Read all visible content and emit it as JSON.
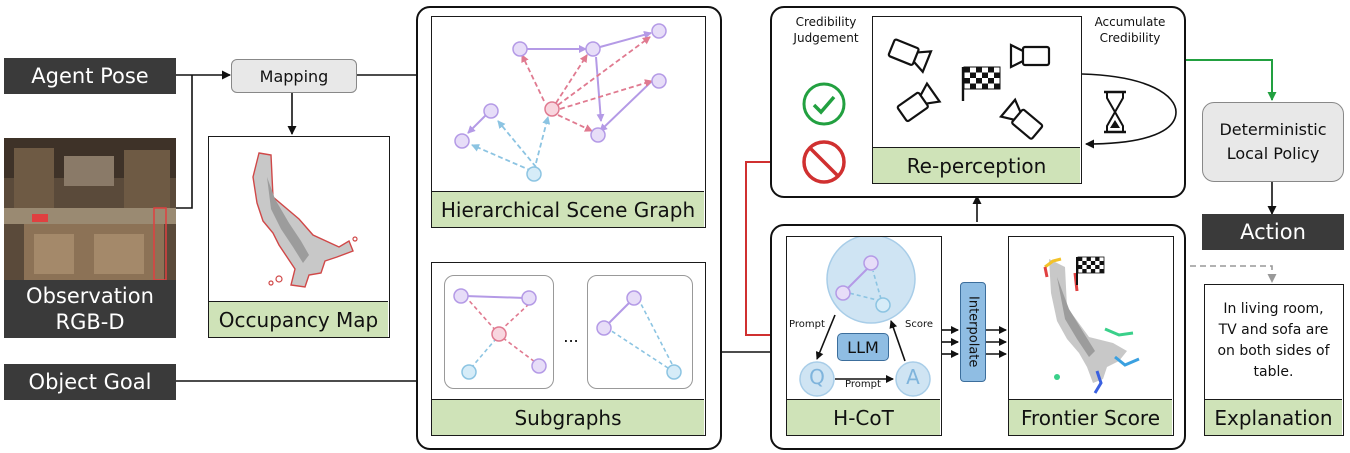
{
  "inputs": {
    "agent_pose": "Agent Pose",
    "observation_line1": "Observation",
    "observation_line2": "RGB-D",
    "object_goal": "Object Goal"
  },
  "mapping": "Mapping",
  "occupancy_map": "Occupancy Map",
  "hierarchical_scene_graph": "Hierarchical Scene Graph",
  "subgraphs": "Subgraphs",
  "subgraphs_ellipsis": "...",
  "hcot": {
    "label": "H-CoT",
    "prompt_left": "Prompt",
    "prompt_bottom": "Prompt",
    "score": "Score",
    "llm": "LLM",
    "q": "Q",
    "a": "A",
    "interpolate": "Interpolate"
  },
  "frontier_score": "Frontier Score",
  "reperception": {
    "credibility_judgement_line1": "Credibility",
    "credibility_judgement_line2": "Judgement",
    "accumulate_credibility_line1": "Accumulate",
    "accumulate_credibility_line2": "Credibility",
    "label": "Re-perception"
  },
  "policy_line1": "Deterministic",
  "policy_line2": "Local Policy",
  "action": "Action",
  "explanation": {
    "text_lines": [
      "In living room,",
      "TV and sofa are",
      "on both sides of",
      "table."
    ],
    "label": "Explanation"
  },
  "colors": {
    "green_label": "#cfe3b8",
    "dark_label": "#3a3a3a",
    "red_arrow": "#d03030",
    "green_arrow": "#22a040",
    "purple_edge": "#b49ae6",
    "pink_edge": "#e07a90",
    "blue_edge": "#8cc4e2"
  }
}
